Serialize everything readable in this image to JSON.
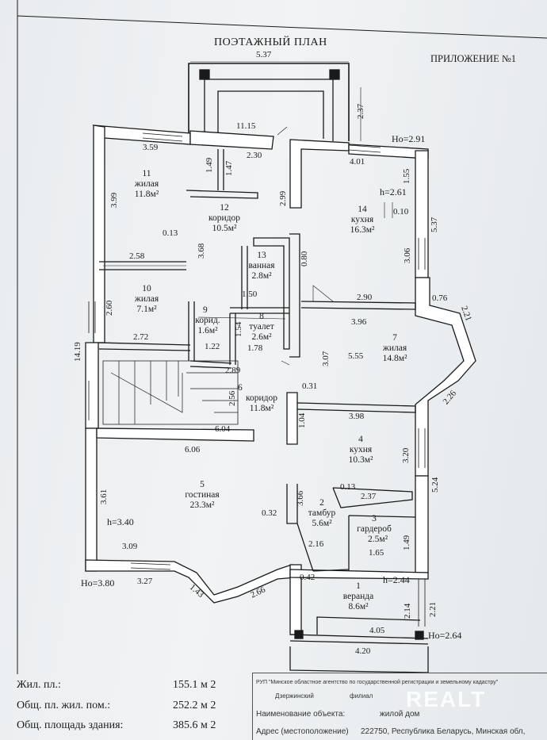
{
  "header": {
    "title": "ПОЭТАЖНЫЙ ПЛАН",
    "appendix": "ПРИЛОЖЕНИЕ №1"
  },
  "rooms": [
    {
      "num": "11",
      "name": "жилая",
      "area": "11.8м²"
    },
    {
      "num": "12",
      "name": "коридор",
      "area": "10.5м²"
    },
    {
      "num": "14",
      "name": "кухня",
      "area": "16.3м²"
    },
    {
      "num": "13",
      "name": "ванная",
      "area": "2.8м²"
    },
    {
      "num": "10",
      "name": "жилая",
      "area": "7.1м²"
    },
    {
      "num": "9",
      "name": "корид.",
      "area": "1.6м²"
    },
    {
      "num": "8",
      "name": "туалет",
      "area": "2.6м²"
    },
    {
      "num": "7",
      "name": "жилая",
      "area": "14.8м²"
    },
    {
      "num": "6",
      "name": "коридор",
      "area": "11.8м²"
    },
    {
      "num": "4",
      "name": "кухня",
      "area": "10.3м²"
    },
    {
      "num": "5",
      "name": "гостиная",
      "area": "23.3м²"
    },
    {
      "num": "2",
      "name": "тамбур",
      "area": "5.6м²"
    },
    {
      "num": "3",
      "name": "гардероб",
      "area": "2.5м²"
    },
    {
      "num": "1",
      "name": "веранда",
      "area": "8.6м²"
    }
  ],
  "heights": {
    "h_kitchen": "h=2.61",
    "h_living": "h=3.40",
    "h_veranda": "h=2.44",
    "ho_top": "Ho=2.91",
    "ho_left": "Ho=3.80",
    "ho_right": "Ho=2.64"
  },
  "dims": {
    "d537": "5.37",
    "d237": "2.37",
    "d1115": "11.15",
    "d359": "3.59",
    "d230": "2.30",
    "d401": "4.01",
    "d155": "1.55",
    "d149": "1.49",
    "d147": "1.47",
    "d399": "3.99",
    "d299": "2.99",
    "d010": "0.10",
    "d537b": "5.37",
    "d013": "0.13",
    "d368": "3.68",
    "d258": "2.58",
    "d080": "0.80",
    "d306": "3.06",
    "d260": "2.60",
    "d150": "1.50",
    "d290": "2.90",
    "d076": "0.76",
    "d221": "2.21",
    "d1419": "14.19",
    "d154": "1.54",
    "d396": "3.96",
    "d272": "2.72",
    "d122": "1.22",
    "d178": "1.78",
    "d307": "3.07",
    "d555": "5.55",
    "d289": "2.89",
    "d031": "0.31",
    "d256": "2.56",
    "d226": "2.26",
    "d104": "1.04",
    "d398": "3.98",
    "d604": "6.04",
    "d606": "6.06",
    "d320": "3.20",
    "d524": "5.24",
    "d361": "3.61",
    "d366": "3.66",
    "d013b": "0.13",
    "d237b": "2.37",
    "d032": "0.32",
    "d216": "2.16",
    "d149b": "1.49",
    "d165": "1.65",
    "d309": "3.09",
    "d327": "3.27",
    "d042": "0.42",
    "d143": "1.43",
    "d266": "2.66",
    "d214": "2.14",
    "d221b": "2.21",
    "d405": "4.05",
    "d420": "4.20"
  },
  "summary": {
    "l1": "Жил. пл.:",
    "v1": "155.1 м 2",
    "l2": "Общ. пл. жил. пом.:",
    "v2": "252.2 м 2",
    "l3": "Общ. площадь здания:",
    "v3": "385.6 м 2"
  },
  "stamp": {
    "org": "РУП \"Минское областное агентство по государственной регистрации и земельному кадастру\"",
    "branch": "Дзержинский",
    "branch2": "филиал",
    "obj_label": "Наименование объекта:",
    "obj_value": "жилой дом",
    "addr_label": "Адрес (местоположение)",
    "addr_value": "222750, Республика Беларусь, Минская обл,"
  },
  "watermark": "REALT"
}
